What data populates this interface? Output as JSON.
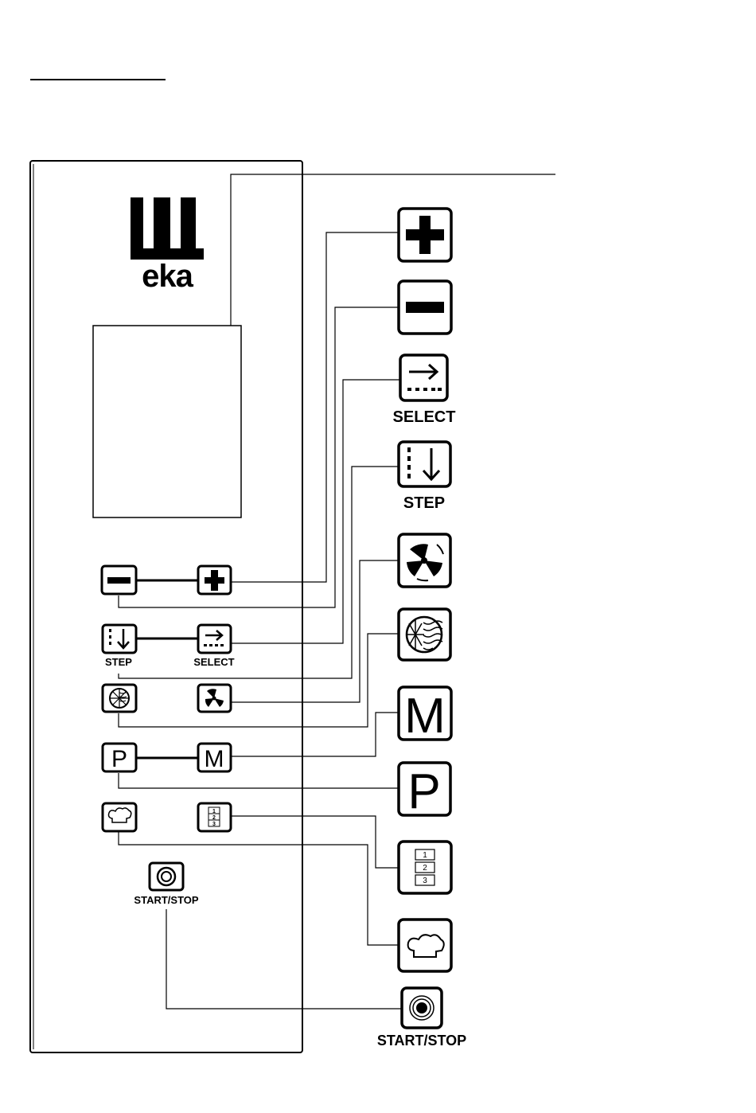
{
  "header_rule": "",
  "brand": {
    "logo_text": "eka"
  },
  "labels": {
    "panel_step": "STEP",
    "panel_select": "SELECT",
    "panel_start_stop": "START/STOP",
    "big_select": "SELECT",
    "big_step": "STEP",
    "big_start_stop": "START/STOP"
  },
  "icons": {
    "plus": "plus-icon",
    "minus": "minus-icon",
    "select": "select-arrow-icon",
    "step": "step-down-icon",
    "fan": "fan-icon",
    "fan_heat": "fan-heat-icon",
    "manual": "letter-m-icon",
    "program": "letter-p-icon",
    "tray_levels": "tray-levels-icon",
    "chef": "chef-hat-icon",
    "start_stop": "start-stop-icon"
  },
  "tray_numbers": [
    "1",
    "2",
    "3"
  ],
  "letters": {
    "m": "M",
    "p": "P"
  }
}
